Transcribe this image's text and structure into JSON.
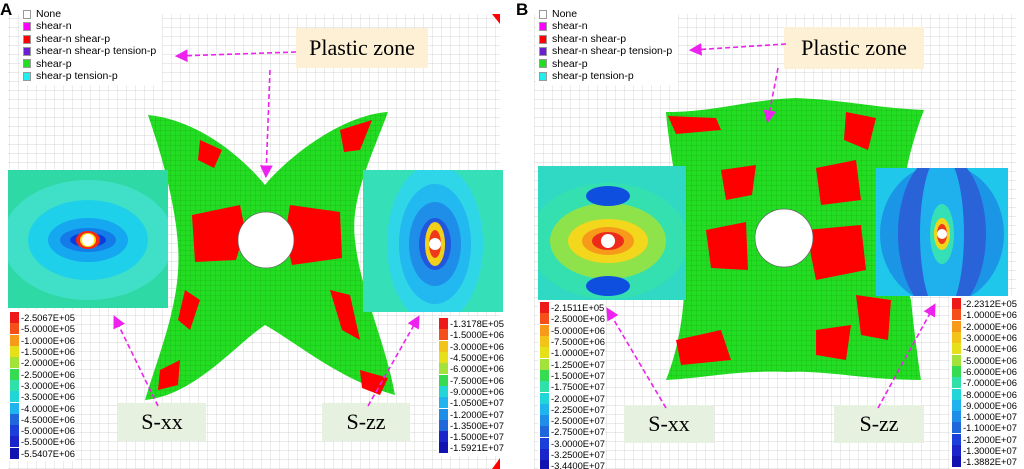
{
  "legend_items": [
    {
      "label": "None",
      "color": "#ffffff"
    },
    {
      "label": "shear-n",
      "color": "#ff00ff"
    },
    {
      "label": "shear-n shear-p",
      "color": "#ff0000"
    },
    {
      "label": "shear-n shear-p tension-p",
      "color": "#6a1fd0"
    },
    {
      "label": "shear-p",
      "color": "#22dd22"
    },
    {
      "label": "shear-p tension-p",
      "color": "#22eeee"
    }
  ],
  "colors": {
    "mesh": "#c9c9c9",
    "plastic_red": "#ff0000",
    "plastic_green": "#22dd22",
    "arrow": "#ee22ee"
  },
  "panel_a": {
    "letter": "A",
    "plastic_zone_label": "Plastic zone",
    "sxx_label": "S-xx",
    "szz_label": "S-zz",
    "sxx_scale": [
      "-2.5067E+05",
      "-5.0000E+05",
      "-1.0000E+06",
      "-1.5000E+06",
      "-2.0000E+06",
      "-2.5000E+06",
      "-3.0000E+06",
      "-3.5000E+06",
      "-4.0000E+06",
      "-4.5000E+06",
      "-5.0000E+06",
      "-5.5000E+06",
      "-5.5407E+06"
    ],
    "szz_scale": [
      "-1.3178E+05",
      "-1.5000E+06",
      "-3.0000E+06",
      "-4.5000E+06",
      "-6.0000E+06",
      "-7.5000E+06",
      "-9.0000E+06",
      "-1.0500E+07",
      "-1.2000E+07",
      "-1.3500E+07",
      "-1.5000E+07",
      "-1.5921E+07"
    ]
  },
  "panel_b": {
    "letter": "B",
    "plastic_zone_label": "Plastic zone",
    "sxx_label": "S-xx",
    "szz_label": "S-zz",
    "sxx_scale": [
      "-2.1511E+05",
      "-2.5000E+06",
      "-5.0000E+06",
      "-7.5000E+06",
      "-1.0000E+07",
      "-1.2500E+07",
      "-1.5000E+07",
      "-1.7500E+07",
      "-2.0000E+07",
      "-2.2500E+07",
      "-2.5000E+07",
      "-2.7500E+07",
      "-3.0000E+07",
      "-3.2500E+07",
      "-3.4400E+07"
    ],
    "szz_scale": [
      "-2.2312E+05",
      "-1.0000E+06",
      "-2.0000E+06",
      "-3.0000E+06",
      "-4.0000E+06",
      "-5.0000E+06",
      "-6.0000E+06",
      "-7.0000E+06",
      "-8.0000E+06",
      "-9.0000E+06",
      "-1.0000E+07",
      "-1.1000E+07",
      "-1.2000E+07",
      "-1.3000E+07",
      "-1.3882E+07"
    ]
  }
}
